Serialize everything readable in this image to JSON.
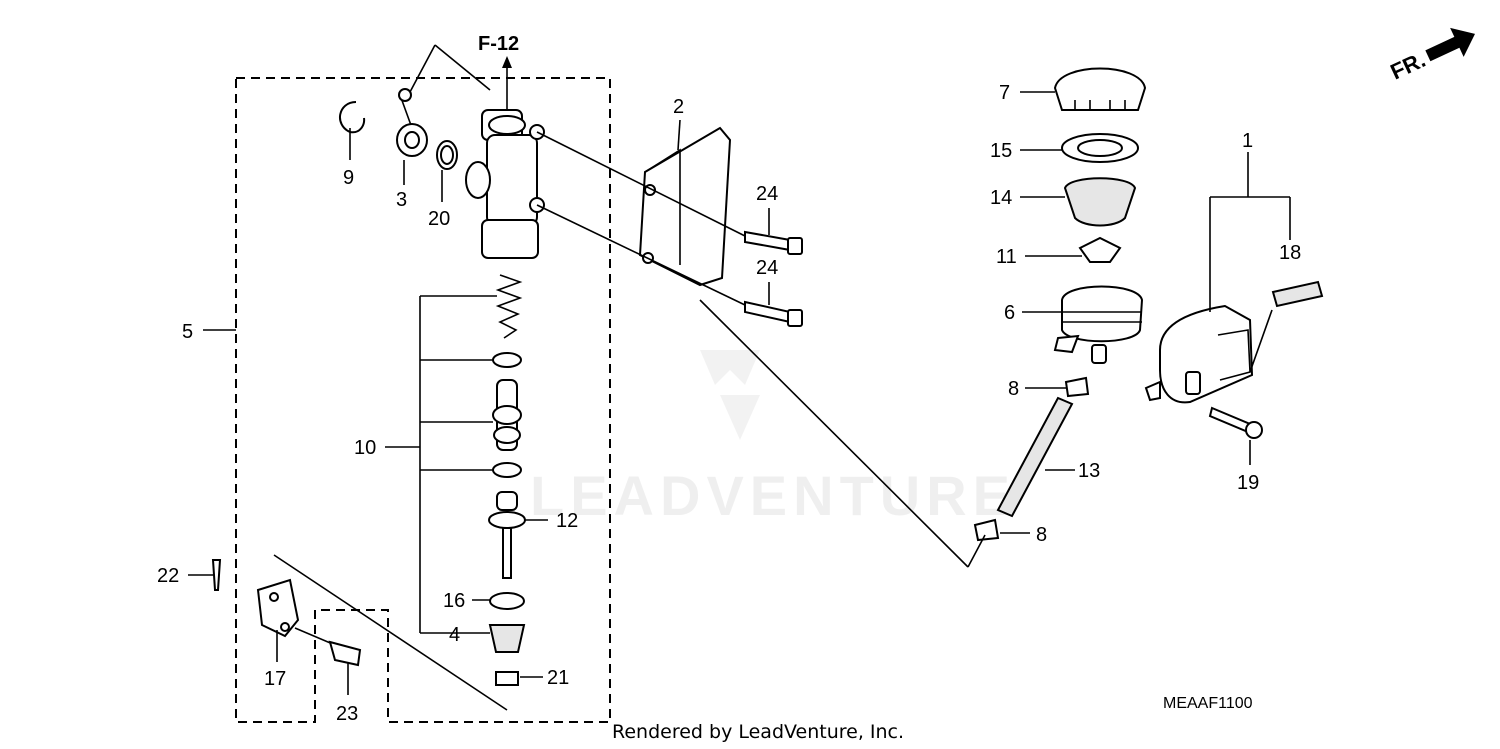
{
  "diagram": {
    "reference": "F-12",
    "direction_marker": "FR.",
    "diagram_code": "MEAAF1100",
    "watermark": "LEADVENTURE",
    "credit": "Rendered by LeadVenture, Inc.",
    "callouts": {
      "p1": "1",
      "p2": "2",
      "p3": "3",
      "p4": "4",
      "p5": "5",
      "p6": "6",
      "p7": "7",
      "p8a": "8",
      "p8b": "8",
      "p9": "9",
      "p10": "10",
      "p11": "11",
      "p12": "12",
      "p13": "13",
      "p14": "14",
      "p15": "15",
      "p16": "16",
      "p17": "17",
      "p18": "18",
      "p19": "19",
      "p20": "20",
      "p21": "21",
      "p22": "22",
      "p23": "23",
      "p24a": "24",
      "p24b": "24"
    }
  }
}
